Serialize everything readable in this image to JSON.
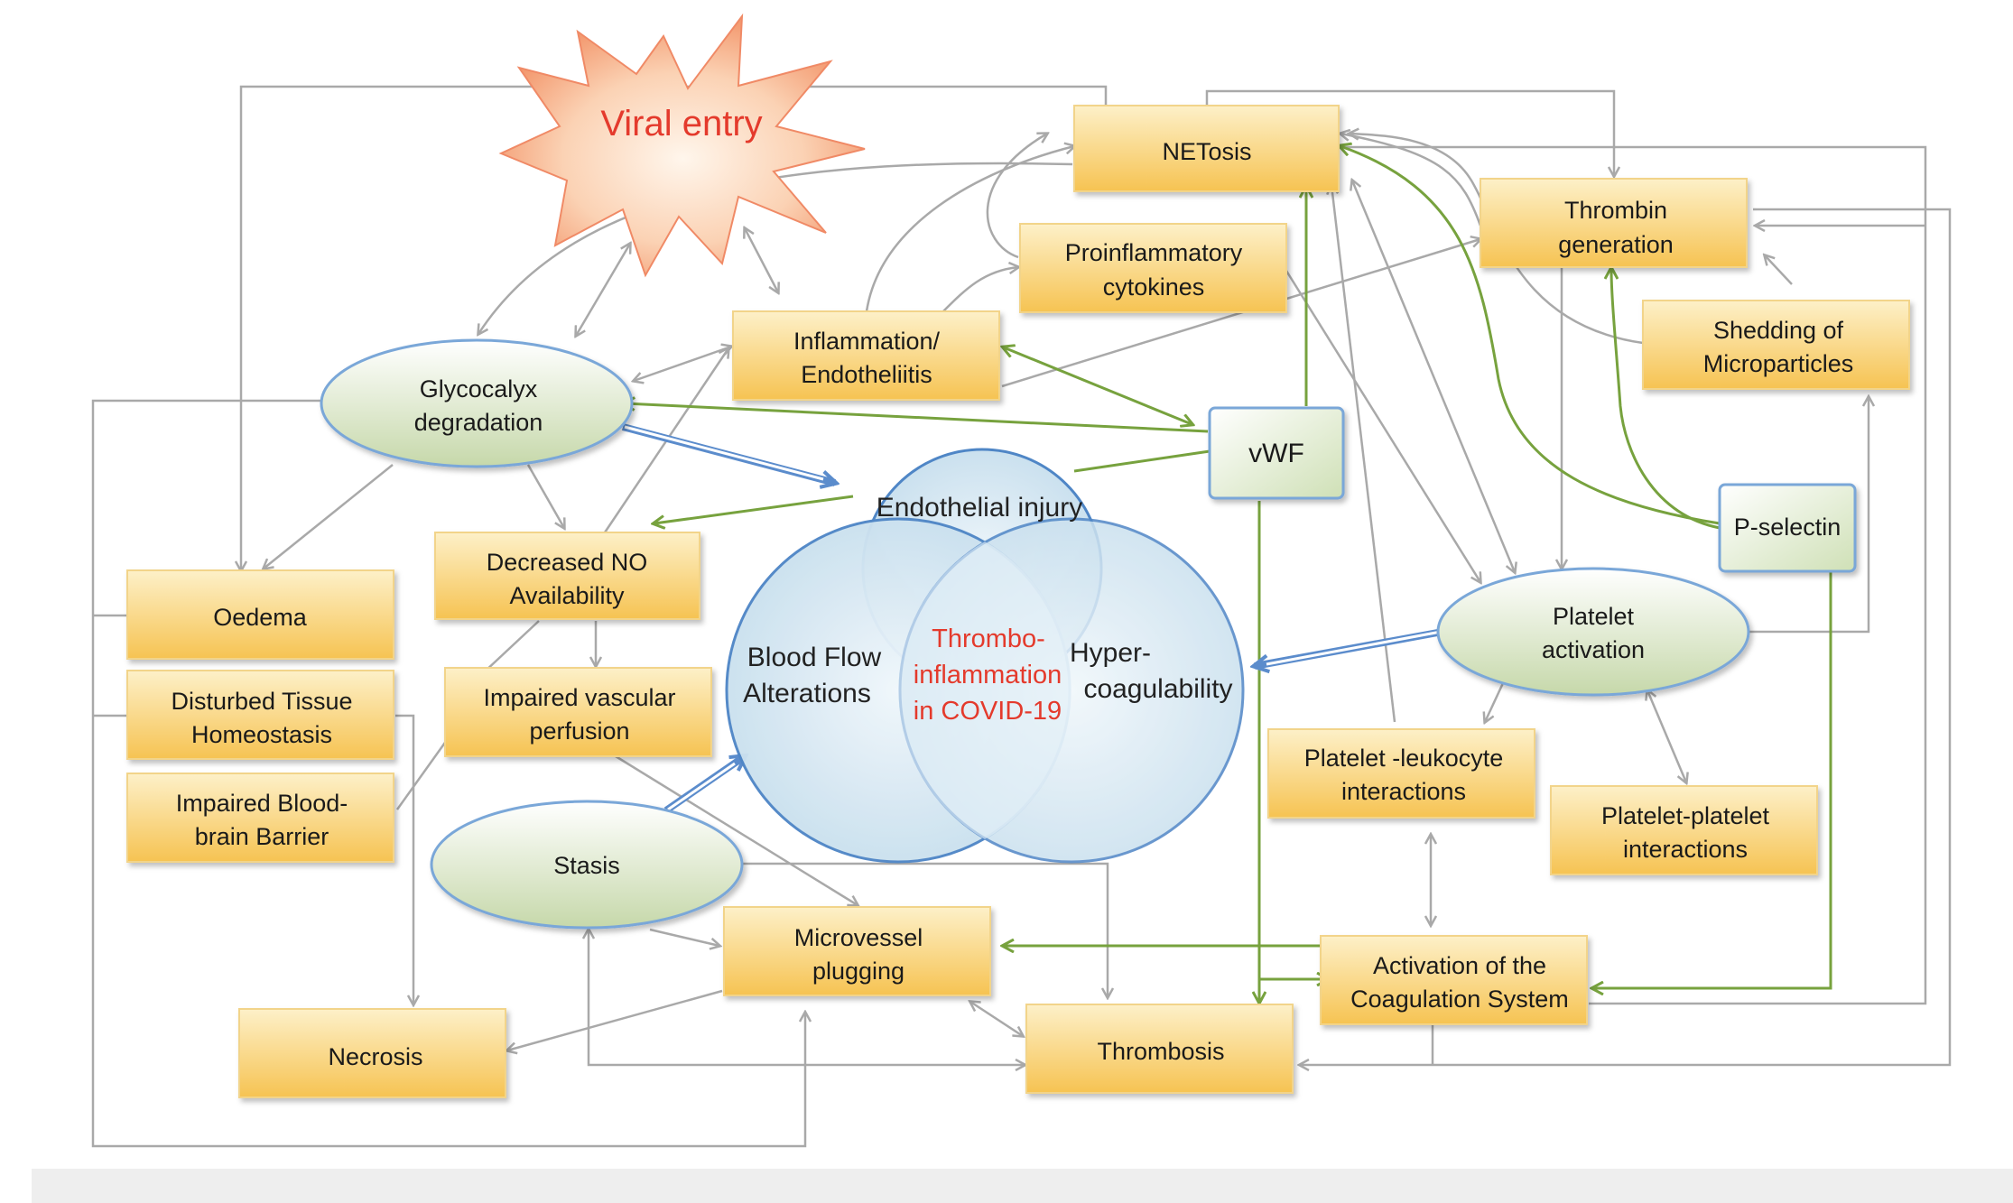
{
  "title": "",
  "colors": {
    "box_light": "#fdefc4",
    "box_dark": "#f6c352",
    "ellipse_light": "#ffffff",
    "ellipse_dark": "#c9dab0",
    "ellipse_stroke": "#7aa7d8",
    "arrow_gray": "#a9a9a9",
    "arrow_green": "#77a23e",
    "arrow_blue": "#5b8ccc",
    "venn_fill": "#cde4f1",
    "venn_stroke": "#4f86c6",
    "viral_text": "#e43a2c",
    "center_text": "#e43a2c"
  },
  "nodes": {
    "viral_entry": "Viral entry",
    "netosis": "NETosis",
    "thrombin_generation": [
      "Thrombin",
      "generation"
    ],
    "proinflammatory_cytokines": [
      "Proinflammatory",
      "cytokines"
    ],
    "inflammation": [
      "Inflammation/",
      "Endotheliitis"
    ],
    "glycocalyx": [
      "Glycocalyx",
      "degradation"
    ],
    "shedding": [
      "Shedding of",
      "Microparticles"
    ],
    "vwf": "vWF",
    "p_selectin": "P-selectin",
    "decreased_no": [
      "Decreased NO",
      "Availability"
    ],
    "oedema": "Oedema",
    "disturbed_tissue": [
      "Disturbed Tissue",
      "Homeostasis"
    ],
    "impaired_bbb": [
      "Impaired Blood-",
      "brain Barrier"
    ],
    "impaired_perfusion": [
      "Impaired vascular",
      "perfusion"
    ],
    "platelet_activation": [
      "Platelet",
      "activation"
    ],
    "platelet_leukocyte": [
      "Platelet -leukocyte",
      "interactions"
    ],
    "platelet_platelet": [
      "Platelet-platelet",
      "interactions"
    ],
    "stasis": "Stasis",
    "microvessel": [
      "Microvessel",
      "plugging"
    ],
    "coagulation": [
      "Activation of the",
      "Coagulation System"
    ],
    "necrosis": "Necrosis",
    "thrombosis": "Thrombosis"
  },
  "venn": {
    "endothelial_injury": "Endothelial injury",
    "blood_flow": [
      "Blood Flow",
      "Alterations"
    ],
    "hypercoagulability": [
      "Hyper-",
      "coagulability"
    ],
    "center": [
      "Thrombo-",
      "inflammation",
      "in COVID-19"
    ]
  }
}
